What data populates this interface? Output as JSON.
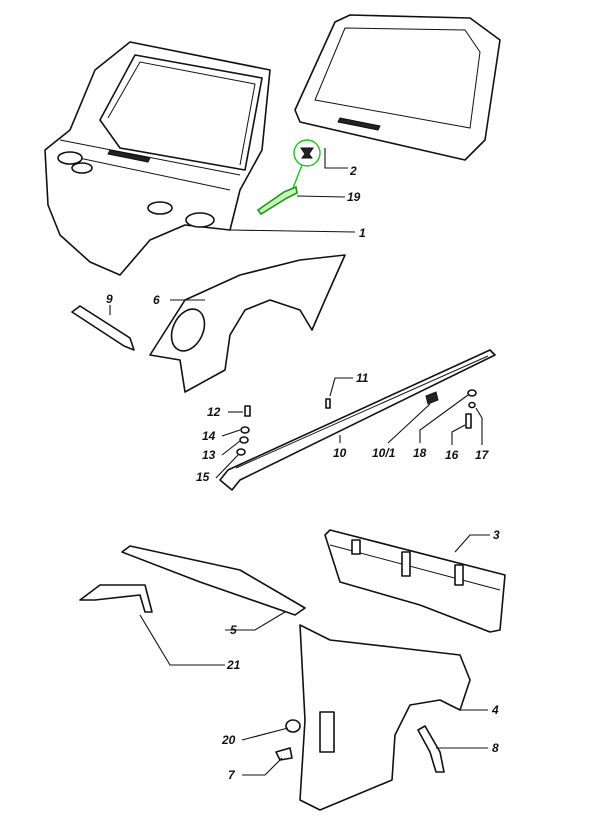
{
  "diagram": {
    "highlight_color": "#1fbf1f",
    "highlighted_part": "19",
    "labels": {
      "p1": "1",
      "p2": "2",
      "p3": "3",
      "p4": "4",
      "p5": "5",
      "p6": "6",
      "p7": "7",
      "p8": "8",
      "p9": "9",
      "p10": "10",
      "p10_1": "10/1",
      "p11": "11",
      "p12": "12",
      "p13": "13",
      "p14": "14",
      "p15": "15",
      "p16": "16",
      "p17": "17",
      "p18": "18",
      "p19": "19",
      "p20": "20",
      "p21": "21"
    }
  }
}
